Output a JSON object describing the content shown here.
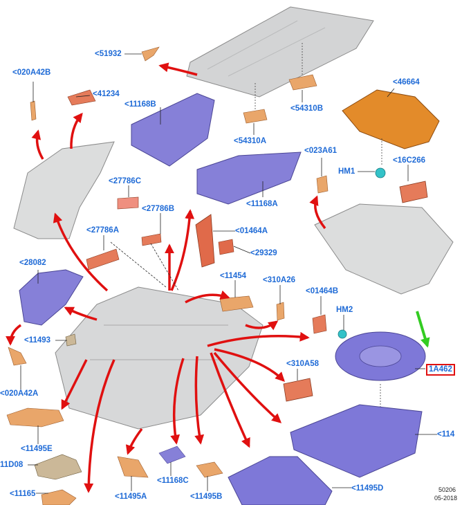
{
  "parts": [
    {
      "id": "p51932",
      "label": "<51932"
    },
    {
      "id": "p020A42B",
      "label": "<020A42B"
    },
    {
      "id": "p41234",
      "label": "<41234"
    },
    {
      "id": "p11168B",
      "label": "<11168B"
    },
    {
      "id": "p46664",
      "label": "<46664"
    },
    {
      "id": "p54310B",
      "label": "<54310B"
    },
    {
      "id": "p54310A",
      "label": "<54310A"
    },
    {
      "id": "p023A61",
      "label": "<023A61"
    },
    {
      "id": "pHM1",
      "label": "HM1"
    },
    {
      "id": "p16C266",
      "label": "<16C266"
    },
    {
      "id": "p27786C",
      "label": "<27786C"
    },
    {
      "id": "p11168A",
      "label": "<11168A"
    },
    {
      "id": "p27786B",
      "label": "<27786B"
    },
    {
      "id": "p27786A",
      "label": "<27786A"
    },
    {
      "id": "p01464A",
      "label": "<01464A"
    },
    {
      "id": "p29329",
      "label": "<29329"
    },
    {
      "id": "p28082",
      "label": "<28082"
    },
    {
      "id": "p11454",
      "label": "<11454"
    },
    {
      "id": "p310A26",
      "label": "<310A26"
    },
    {
      "id": "p01464B",
      "label": "<01464B"
    },
    {
      "id": "pHM2",
      "label": "HM2"
    },
    {
      "id": "p11493",
      "label": "<11493"
    },
    {
      "id": "p1A462",
      "label": "1A462"
    },
    {
      "id": "p310A58",
      "label": "<310A58"
    },
    {
      "id": "p020A42A",
      "label": "<020A42A"
    },
    {
      "id": "p11495E",
      "label": "<11495E"
    },
    {
      "id": "p114",
      "label": "<114"
    },
    {
      "id": "p11D08",
      "label": "11D08"
    },
    {
      "id": "p11168C",
      "label": "<11168C"
    },
    {
      "id": "p11495A",
      "label": "<11495A"
    },
    {
      "id": "p11495B",
      "label": "<11495B"
    },
    {
      "id": "p11495D",
      "label": "<11495D"
    },
    {
      "id": "p11165",
      "label": "<11165"
    }
  ],
  "footer": {
    "code": "50206",
    "date": "05-2018"
  },
  "colors": {
    "label": "#1e6ad6",
    "arrow": "#e01010",
    "pointer": "#33cc22",
    "purple": "#7e78d8",
    "orange": "#e9a66a",
    "metal": "#d9dadb"
  }
}
